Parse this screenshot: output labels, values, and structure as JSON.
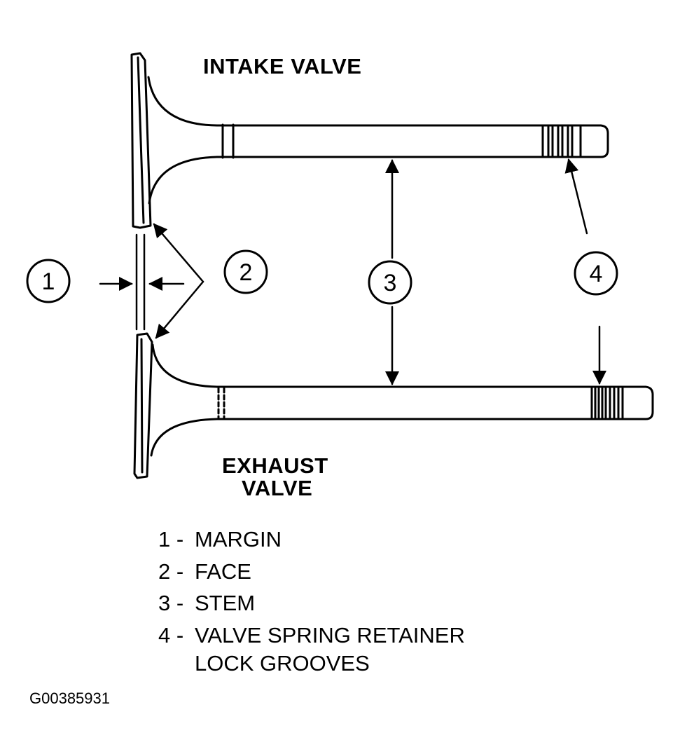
{
  "titles": {
    "intake": "INTAKE VALVE",
    "exhaust_line1": "EXHAUST",
    "exhaust_line2": "VALVE"
  },
  "callouts": [
    "1",
    "2",
    "3",
    "4"
  ],
  "legend": [
    {
      "num": "1 -",
      "text": "MARGIN"
    },
    {
      "num": "2 -",
      "text": "FACE"
    },
    {
      "num": "3 -",
      "text": "STEM"
    },
    {
      "num": "4 -",
      "text": "VALVE SPRING RETAINER"
    },
    {
      "num": "",
      "text": "LOCK GROOVES"
    }
  ],
  "figure_id": "G00385931"
}
